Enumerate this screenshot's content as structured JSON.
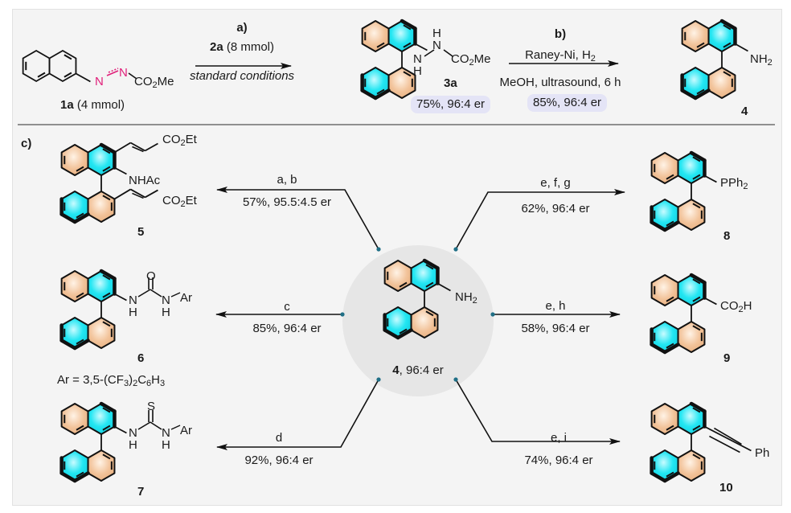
{
  "figure": {
    "colors": {
      "panel_bg": "#f4f4f4",
      "ring_cyan": "#22e6f2",
      "ring_peach": "#f2c39a",
      "azo_pink": "#e0207a",
      "yield_pill": "#e4e4f6",
      "hub_circle": "#e6e6e6",
      "anchor_dot": "#1f6f86"
    },
    "part_a": {
      "label": "a)",
      "reagent_bold": "2a",
      "reagent_rest": " (8 mmol)",
      "conditions": "standard conditions"
    },
    "part_b": {
      "label": "b)",
      "line1": "Raney-Ni, H",
      "line1_sub": "2",
      "line2": "MeOH, ultrasound, 6 h",
      "yield": "85%, 96:4 er"
    },
    "part_c": {
      "label": "c)"
    },
    "start_material": {
      "id": "1a",
      "amount": " (4 mmol)",
      "azo_n1": "N",
      "azo_n2": "N",
      "ester": "CO",
      "ester_sub": "2",
      "ester_rest": "Me"
    },
    "intermediate": {
      "id": "3a",
      "nh1": "N",
      "h1": "H",
      "nh2": "N",
      "h2": "H",
      "ester": "CO",
      "ester_sub": "2",
      "ester_rest": "Me",
      "yield": "75%, 96:4 er"
    },
    "product_4_top": {
      "id": "4",
      "group": "NH",
      "group_sub": "2"
    },
    "hub": {
      "id": "4",
      "er": ", 96:4 er",
      "group": "NH",
      "group_sub": "2"
    },
    "derivatives": [
      {
        "id": "5",
        "conditions": "a, b",
        "yield": "57%, 95.5:4.5 er",
        "group": "NHAc",
        "ester": "CO",
        "ester_sub": "2",
        "ester_rest": "Et"
      },
      {
        "id": "6",
        "conditions": "c",
        "yield": "85%, 96:4 er",
        "carbonyl": "O",
        "n": "N",
        "h": "H",
        "ar": "Ar",
        "note_prefix": "Ar = 3,5-(CF",
        "note_sub1": "3",
        "note_mid": ")",
        "note_sub2": "2",
        "note_c": "C",
        "note_sub3": "6",
        "note_h": "H",
        "note_sub4": "3"
      },
      {
        "id": "7",
        "conditions": "d",
        "yield": "92%, 96:4 er",
        "thio": "S",
        "n": "N",
        "h": "H",
        "ar": "Ar"
      },
      {
        "id": "8",
        "conditions": "e, f, g",
        "yield": "62%, 96:4 er",
        "group": "PPh",
        "group_sub": "2"
      },
      {
        "id": "9",
        "conditions": "e, h",
        "yield": "58%, 96:4 er",
        "group": "CO",
        "group_sub": "2",
        "group_rest": "H"
      },
      {
        "id": "10",
        "conditions": "e, i",
        "yield": "74%, 96:4 er",
        "group": "Ph"
      }
    ]
  }
}
